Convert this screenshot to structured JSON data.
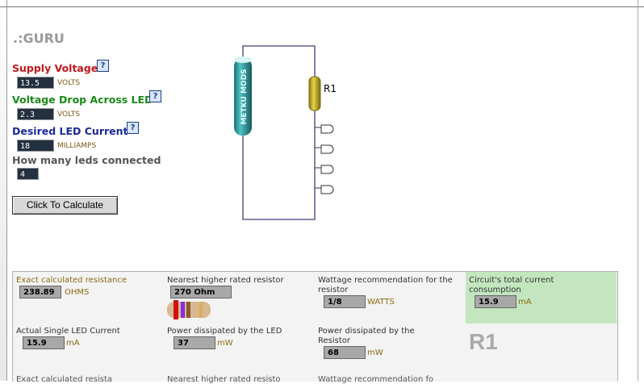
{
  "app": {
    "title": ".:GURU"
  },
  "form": {
    "supply_voltage": {
      "label": "Supply Voltage",
      "value": "13.5",
      "unit": "VOLTS",
      "help": "?"
    },
    "voltage_drop": {
      "label": "Voltage Drop Across LED",
      "value": "2.3",
      "unit": "VOLTS",
      "help": "?"
    },
    "led_current": {
      "label": "Desired LED Current",
      "value": "18",
      "unit": "MILLIAMPS",
      "help": "?"
    },
    "led_count": {
      "label": "How many leds connected",
      "value": "4"
    },
    "calculate_label": "Click To Calculate"
  },
  "diagram": {
    "resistor_label": "R1",
    "battery_text": "METKU MODS",
    "led_count": 4
  },
  "results": {
    "exact_resistance": {
      "label": "Exact calculated resistance",
      "value": "238.89",
      "unit": "OHMS"
    },
    "nearest_resistor": {
      "label": "Nearest higher rated resistor",
      "value": "270 Ohm"
    },
    "wattage": {
      "label": "Wattage recommendation for the resistor",
      "value": "1/8",
      "unit": "WATTS"
    },
    "total_current": {
      "label": "Circuit's total current consumption",
      "value": "15.9",
      "unit": "mA"
    },
    "single_led_current": {
      "label": "Actual Single LED Current",
      "value": "15.9",
      "unit": "mA"
    },
    "led_power": {
      "label": "Power dissipated by the LED",
      "value": "37",
      "unit": "mW"
    },
    "resistor_power": {
      "label": "Power dissipated by the Resistor",
      "value": "68",
      "unit": "mW"
    },
    "r1_label": "R1",
    "next_row": {
      "col1": "Exact calculated resista",
      "col2": "Nearest higher rated resisto",
      "col3": "Wattage recommendation fo"
    }
  },
  "colors": {
    "supply": "#c0181e",
    "drop": "#1a8a1a",
    "current": "#1a2a9a",
    "resistor_body": "#c8b020",
    "battery": "#3aa6a8",
    "highlight": "#c3e6bf"
  }
}
